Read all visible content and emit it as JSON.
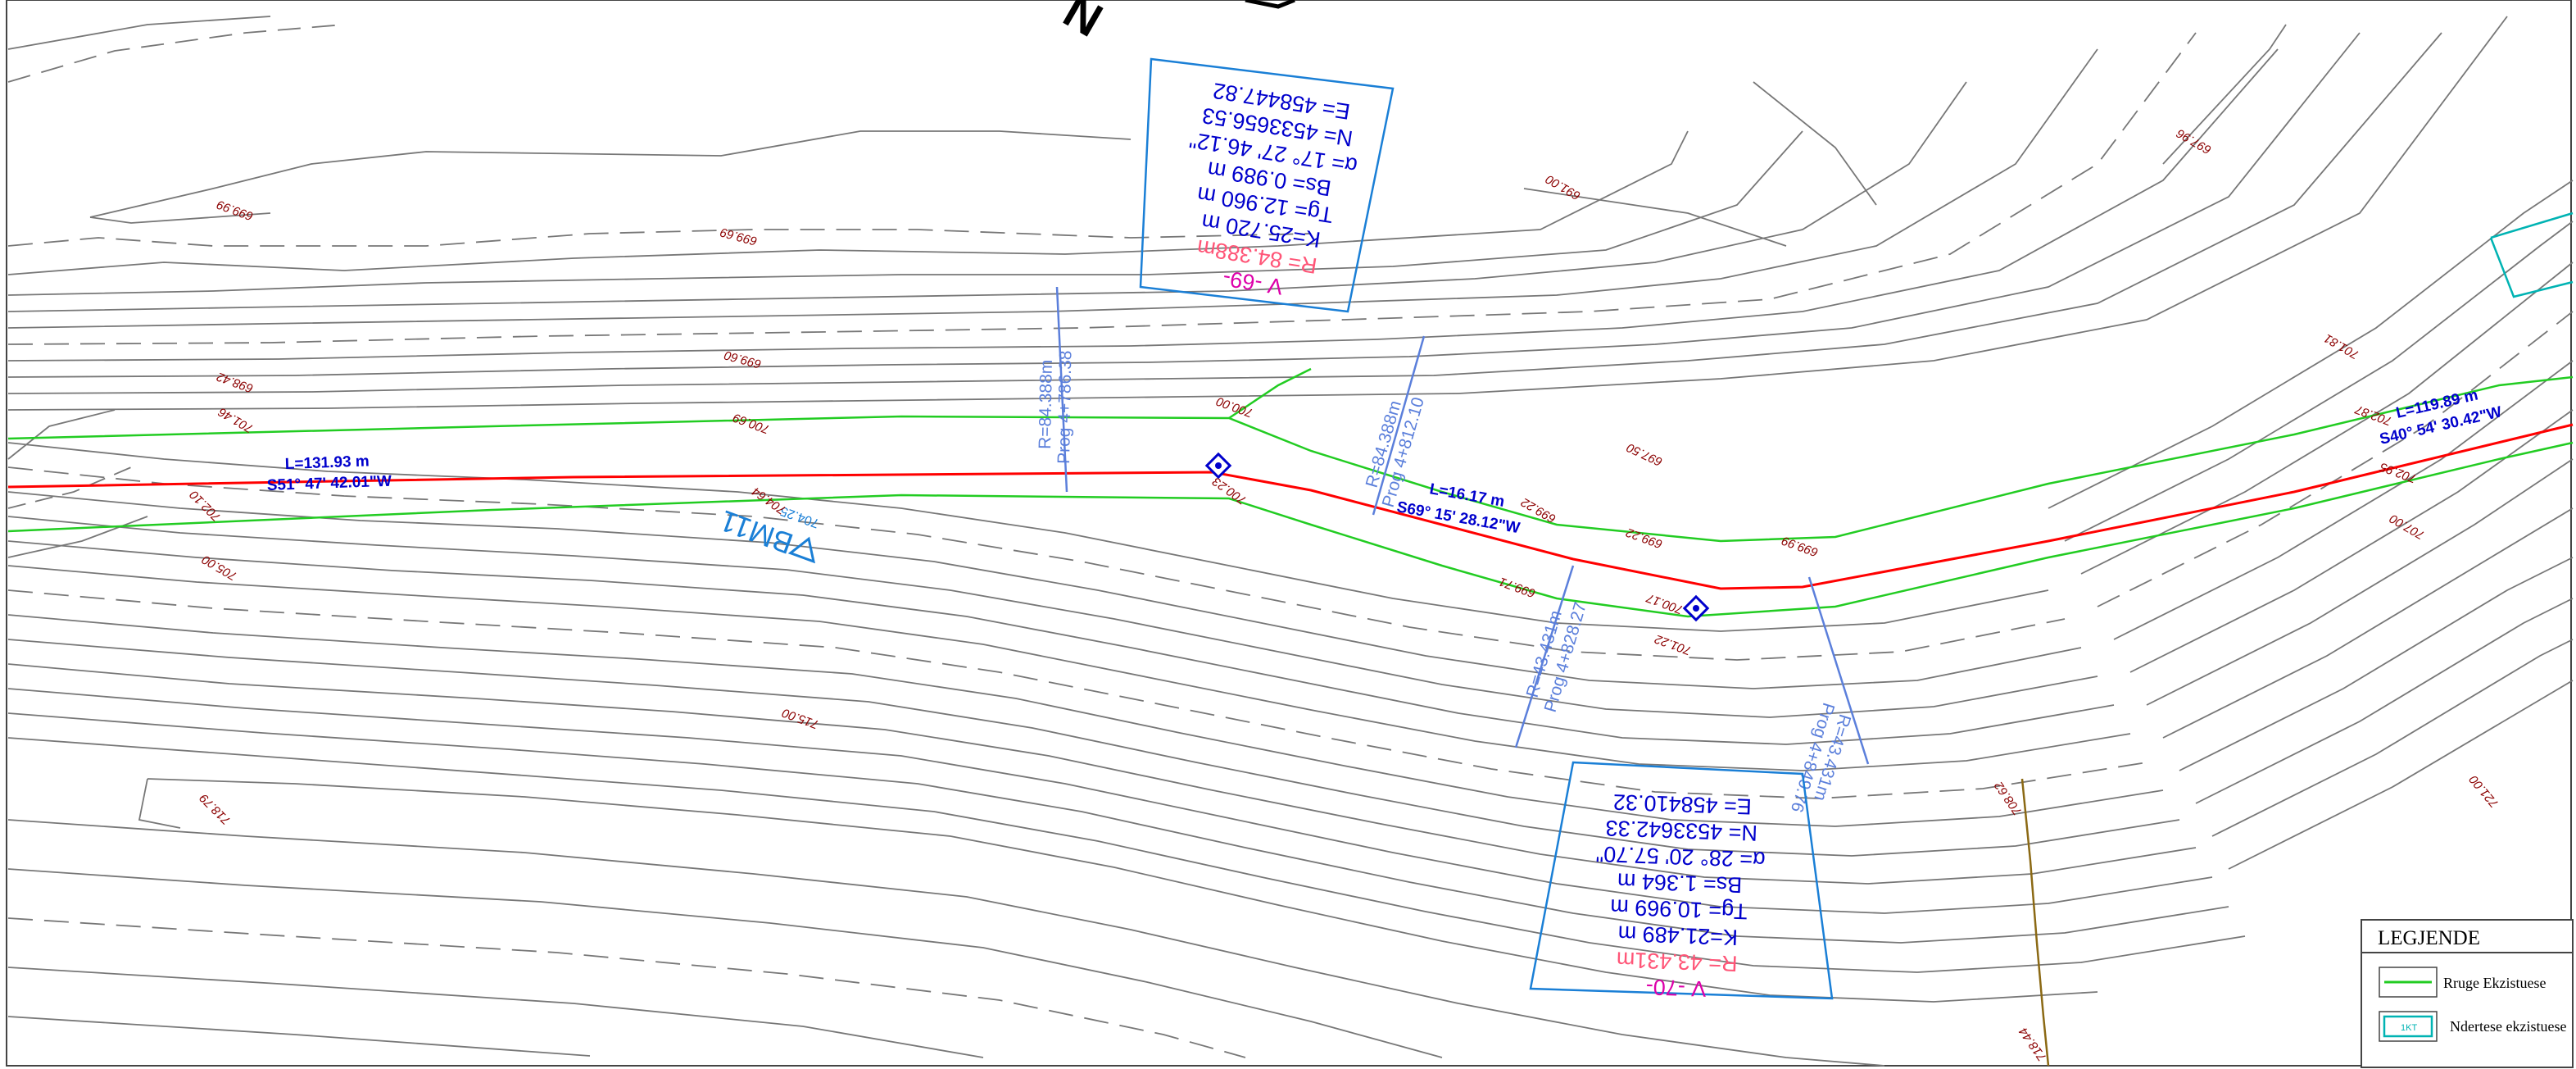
{
  "drawing": {
    "north_arrow_label": "N",
    "contour_labels": [
      "699.99",
      "699.69",
      "699.60",
      "698.42",
      "701.46",
      "702.10",
      "705.00",
      "704.64",
      "700.69",
      "700.00",
      "700.23",
      "699.22",
      "697.50",
      "699.22",
      "699.99",
      "699.71",
      "701.22",
      "700.17",
      "697.96",
      "701.81",
      "702.87",
      "702.95",
      "707.00",
      "715.00",
      "718.79",
      "708.62",
      "718.44",
      "721.00",
      "691.00"
    ],
    "benchmark_label": "BM11",
    "benchmark_value": "704.25",
    "curves": [
      {
        "vertex": "V -69-",
        "radius": "R= 84.388m",
        "k": "K=25.720 m",
        "tg": "Tg= 12.960 m",
        "bs": "Bs= 0.989 m",
        "alpha": "α= 17° 27' 46.12\"",
        "northing": "N= 4533656.53",
        "easting": "E= 458447.82",
        "start_station": "Prog 4+786.38",
        "start_radius": "R=84.388m",
        "end_station": "Prog 4+812.10",
        "end_radius": "R=84.388m"
      },
      {
        "vertex": "V -70-",
        "radius": "R= 43.431m",
        "k": "K=21.489 m",
        "tg": "Tg= 10.969 m",
        "bs": "Bs= 1.364 m",
        "alpha": "α= 28° 20' 57.70\"",
        "northing": "N= 4533642.33",
        "easting": "E= 458410.32",
        "start_station": "Prog 4+828.27",
        "start_radius": "R=43.431m",
        "end_station": "Prog 4+849.76",
        "end_radius": "R=43.431m"
      }
    ],
    "segments": [
      {
        "length": "L=131.93 m",
        "bearing": "S51° 47' 42.01\"W"
      },
      {
        "length": "L=16.17 m",
        "bearing": "S69° 15' 28.12\"W"
      },
      {
        "length": "L=119.89 m",
        "bearing": "S40° 54' 30.42\"W"
      }
    ]
  },
  "legend": {
    "title": "LEGJENDE",
    "items": [
      {
        "label": "Rruge Ekzistuese",
        "color": "#22cc22"
      },
      {
        "label": "Ndertese ekzistuese",
        "symbol_text": "1KT",
        "color": "#00b3b3"
      }
    ]
  },
  "colors": {
    "contour": "#777777",
    "axis": "#ff0000",
    "road_edge": "#22cc22",
    "curve_table": "#1a7fd6",
    "text_blue": "#0000cc",
    "text_magenta": "#dd00aa",
    "text_pink": "#ff5577",
    "label_brown": "#8b0000",
    "station_line": "#5b7fdb"
  }
}
